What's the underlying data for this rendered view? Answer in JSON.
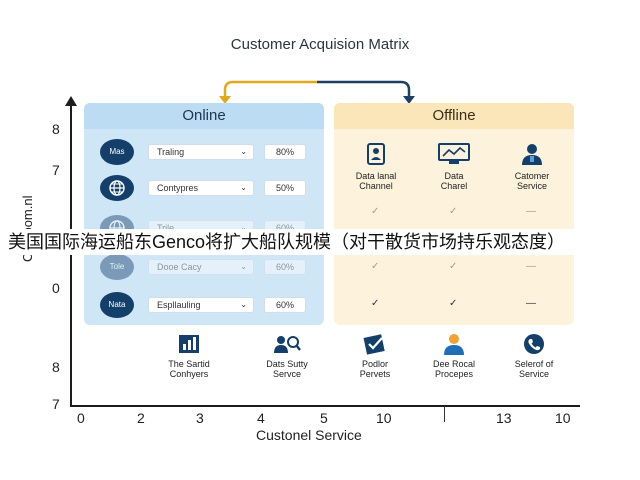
{
  "title": "Customer Acquision Matrix",
  "y_axis": {
    "label": "Cathoom.nl",
    "ticks": [
      "8",
      "7",
      "0",
      "8",
      "7"
    ]
  },
  "x_axis": {
    "label": "Custonel Service",
    "ticks": [
      "0",
      "2",
      "3",
      "4",
      "5",
      "10",
      "13",
      "10"
    ]
  },
  "online": {
    "header": "Online",
    "rows": [
      {
        "badge": "Mas",
        "select": "Traling",
        "pct": "80%"
      },
      {
        "badge": "globe",
        "select": "Contypres",
        "pct": "50%"
      },
      {
        "badge": "globe",
        "select": "Trile",
        "pct": "60%"
      },
      {
        "badge": "Tole",
        "select": "Dooe Cacy",
        "pct": "60%"
      },
      {
        "badge": "Nata",
        "select": "Espllauling",
        "pct": "60%"
      }
    ]
  },
  "offline": {
    "header": "Offline",
    "columns": [
      {
        "icon": "id-badge-icon",
        "label_line1": "Data lanal",
        "label_line2": "Channel"
      },
      {
        "icon": "monitor-chart-icon",
        "label_line1": "Data",
        "label_line2": "Charel"
      },
      {
        "icon": "person-icon",
        "label_line1": "Catomer",
        "label_line2": "Service"
      }
    ],
    "marks": [
      "✓",
      "✓",
      "—"
    ]
  },
  "bottom": [
    {
      "icon": "bar-chart-icon",
      "label_line1": "The Sartid",
      "label_line2": "Conhyers"
    },
    {
      "icon": "search-people-icon",
      "label_line1": "Dats Sutty",
      "label_line2": "Servce"
    },
    {
      "icon": "document-check-icon",
      "label_line1": "Podlor",
      "label_line2": "Pervets"
    },
    {
      "icon": "person-icon",
      "label_line1": "Dee Rocal",
      "label_line2": "Procepes"
    },
    {
      "icon": "phone-icon",
      "label_line1": "Selerof of",
      "label_line2": "Service"
    }
  ],
  "overlay_text": "美国国际海运船东Genco将扩大船队规模（对干散货市场持乐观态度）",
  "colors": {
    "online_panel": "#cfe6f7",
    "offline_panel": "#fdf3dd",
    "badge": "#143f6b",
    "arrow_left": "#e2a91c",
    "arrow_right": "#1e3f66"
  }
}
